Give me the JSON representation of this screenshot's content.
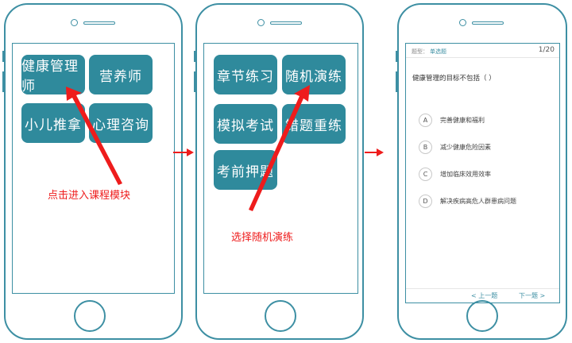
{
  "phone1": {
    "modules": [
      "健康管理师",
      "营养师",
      "小儿推拿",
      "心理咨询"
    ],
    "annotation": "点击进入课程模块"
  },
  "phone2": {
    "modules": [
      "章节练习",
      "随机演练",
      "模拟考试",
      "错题重练",
      "考前押题"
    ],
    "annotation": "选择随机演练"
  },
  "phone3": {
    "type_label": "题型：",
    "type_value": "单选题",
    "counter": "1/20",
    "question": "健康管理的目标不包括（ ）",
    "options": [
      {
        "letter": "A",
        "text": "完善健康和福利"
      },
      {
        "letter": "B",
        "text": "减少健康危险因素"
      },
      {
        "letter": "C",
        "text": "增加临床效用效率"
      },
      {
        "letter": "D",
        "text": "解决疾病高危人群患病问题"
      }
    ],
    "prev_label": "< 上一题",
    "next_label": "下一题 >"
  },
  "colors": {
    "accent": "#2f8a9c",
    "frame": "#3d8fa3",
    "annotation": "#ee1c1c"
  }
}
